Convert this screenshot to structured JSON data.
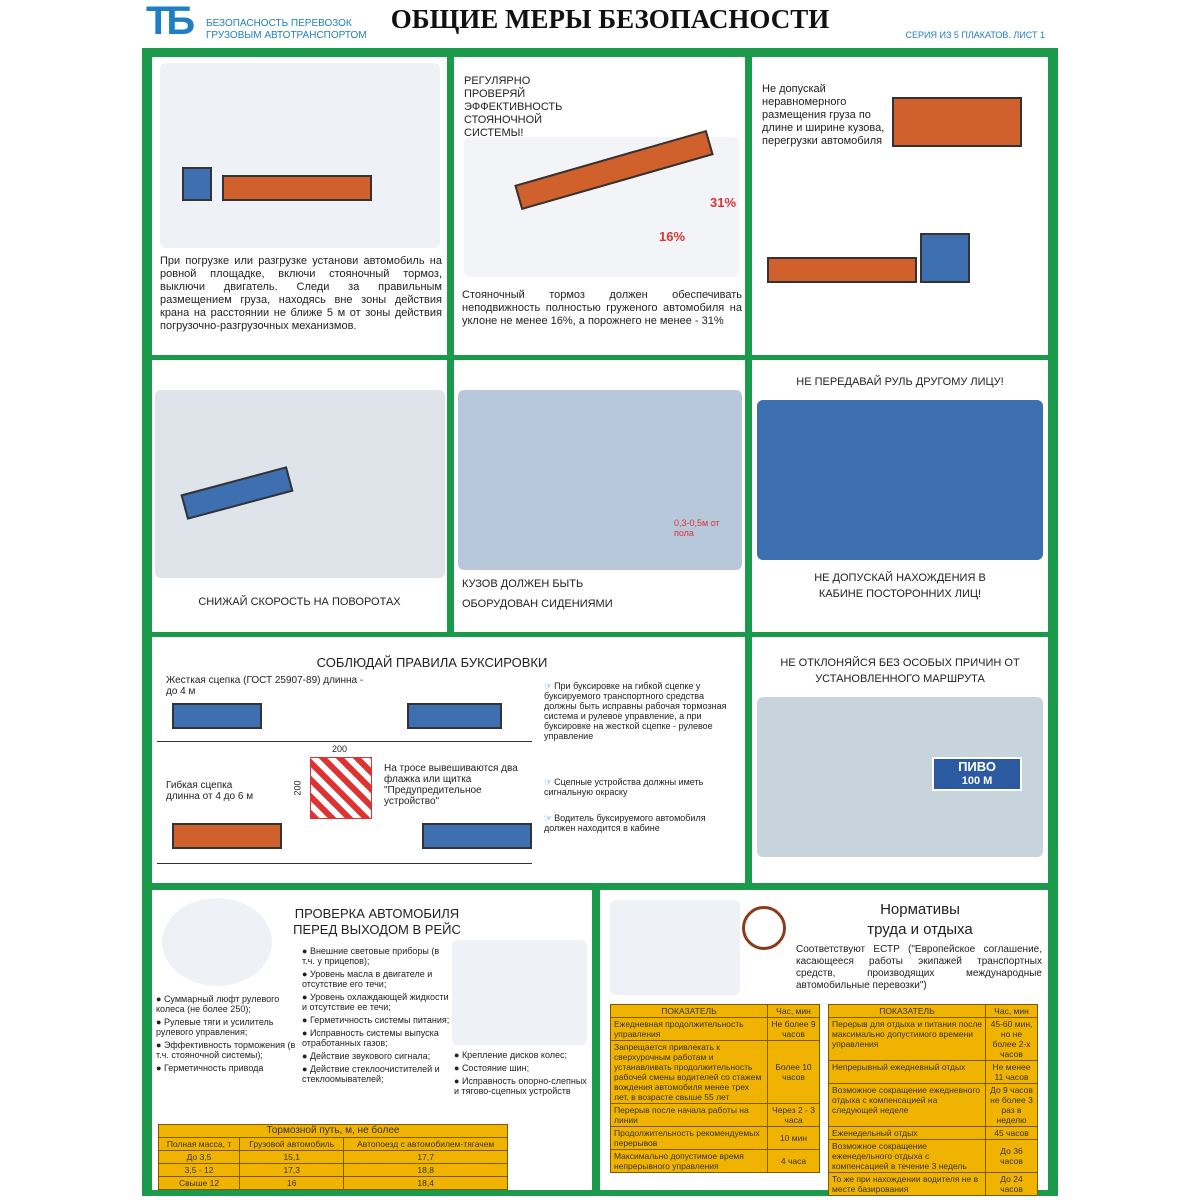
{
  "header": {
    "logo": "ТБ",
    "subtitle1": "БЕЗОПАСНОСТЬ ПЕРЕВОЗОК",
    "subtitle2": "ГРУЗОВЫМ АВТОТРАНСПОРТОМ",
    "title": "ОБЩИЕ МЕРЫ БЕЗОПАСНОСТИ",
    "series": "СЕРИЯ ИЗ 5 ПЛАКАТОВ. ЛИСТ 1"
  },
  "colors": {
    "frame": "#1a9a4a",
    "accent": "#1f7fc4",
    "table": "#f0b400"
  },
  "p1": {
    "text": "При погрузке или разгрузке установи автомобиль на ровной площадке, включи стояночный тормоз, выключи двигатель. Следи за правильным размещением груза, находясь вне зоны действия крана на расстоянии не ближе 5 м от зоны действия погрузочно-разгрузочных механизмов."
  },
  "p2": {
    "heading": "РЕГУЛЯРНО ПРОВЕРЯЙ ЭФФЕКТИВНОСТЬ СТОЯНОЧНОЙ СИСТЕМЫ!",
    "slope1": "16%",
    "slope2": "31%",
    "text": "Стояночный тормоз должен обеспечивать неподвижность полностью груженого автомобиля на уклоне не менее 16%, а порожнего не менее - 31%"
  },
  "p3": {
    "text": "Не допускай неравномерного размещения груза по длине и ширине кузова, перегрузки автомобиля"
  },
  "p4": {
    "text": "СНИЖАЙ СКОРОСТЬ НА ПОВОРОТАХ"
  },
  "p5": {
    "line1": "КУЗОВ ДОЛЖЕН БЫТЬ",
    "line2": "ОБОРУДОВАН СИДЕНИЯМИ",
    "dim": "0,3-0,5м от пола"
  },
  "p6": {
    "top": "НЕ ПЕРЕДАВАЙ РУЛЬ ДРУГОМУ ЛИЦУ!",
    "bottom": "НЕ ДОПУСКАЙ НАХОЖДЕНИЯ В КАБИНЕ ПОСТОРОННИХ ЛИЦ!"
  },
  "p7": {
    "heading": "СОБЛЮДАЙ ПРАВИЛА БУКСИРОВКИ",
    "rigid": "Жесткая сцепка (ГОСТ 25907-89) длинна - до 4 м",
    "flexible": "Гибкая сцепка длинна от 4 до 6 м",
    "dim_w": "200",
    "dim_h": "200",
    "flag": "На тросе вывешиваются два флажка или щитка \"Предупредительное устройство\"",
    "notes": [
      "При буксировке на гибкой сцепке у буксируемого транспортного средства должны быть исправны рабочая тормозная система и рулевое управление, а при буксировке на жесткой сцепке - рулевое управление",
      "Сцепные устройства должны иметь сигнальную окраску",
      "Водитель буксируемого автомобиля должен находится в кабине"
    ]
  },
  "p8": {
    "heading": "НЕ ОТКЛОНЯЙСЯ БЕЗ ОСОБЫХ ПРИЧИН ОТ УСТАНОВЛЕННОГО МАРШРУТА",
    "sign1": "ПИВО",
    "sign2": "100 М"
  },
  "p9": {
    "heading": "ПРОВЕРКА АВТОМОБИЛЯ ПЕРЕД ВЫХОДОМ В РЕЙС",
    "list1": [
      "Суммарный люфт рулевого колеса (не более 250);",
      "Рулевые тяги и усилитель рулевого управления;",
      "Эффективность торможения (в т.ч. стояночной системы);",
      "Герметичность привода"
    ],
    "list2": [
      "Внешние световые приборы (в т.ч. у прицепов);",
      "Уровень масла в двигателе и отсутствие его течи;",
      "Уровень охлаждающей жидкости и отсутствие ее течи;",
      "Герметичность системы питания;",
      "Исправность системы выпуска отработанных газов;",
      "Действие звукового сигнала;",
      "Действие стеклоочистителей и стеклоомывателей;"
    ],
    "list3": [
      "Крепление дисков колес;",
      "Состояние шин;",
      "Исправность опорно-слепных и тягово-сцепных устройств"
    ],
    "brake": {
      "title": "Тормозной путь, м, не более",
      "headers": [
        "Полная масса, т",
        "Грузовой автомобиль",
        "Автопоезд с автомобилем-тягачем"
      ],
      "rows": [
        [
          "До 3,5",
          "15,1",
          "17,7"
        ],
        [
          "3,5 - 12",
          "17,3",
          "18,8"
        ],
        [
          "Свыше 12",
          "16",
          "18,4"
        ]
      ]
    }
  },
  "p10": {
    "heading1": "Нормативы",
    "heading2": "труда и отдыха",
    "intro": "Соответствуют ЕСТР (\"Европейское соглашение, касающееся работы экипажей транспортных средств, производящих международные автомобильные перевозки\")",
    "headers": [
      "ПОКАЗАТЕЛЬ",
      "Час, мин"
    ],
    "t1": [
      [
        "Ежедневная продолжительность управления",
        "Не более 9 часов"
      ],
      [
        "Запрещается привлекать к сверхурочным работам и устанавливать продолжительность рабочей смены водителей со стажем вождения автомобиля менее трех лет, в возрасте свыше 55 лет",
        "Более 10 часов"
      ],
      [
        "Перерыв после начала работы на линии",
        "Через 2 - 3 часа"
      ],
      [
        "Продолжительность рекомендуемых перерывов",
        "10 мин"
      ],
      [
        "Максимально допустимое время непрерывного управления",
        "4 часа"
      ]
    ],
    "t2": [
      [
        "Перерыв для отдыха и питания после максимально допустимого времени управления",
        "45-60 мин, но не более 2-х часов"
      ],
      [
        "Непрерывный ежедневный отдых",
        "Не менее 11 часов"
      ],
      [
        "Возможное сокращение ежедневного отдыха с компенсацией на следующей неделе",
        "До 9 часов не более 3 раз в неделю"
      ],
      [
        "Еженедельный отдых",
        "45 часов"
      ],
      [
        "Возможное сокращение еженедельного отдыха с компенсацией в течение 3 недель",
        "До 36 часов"
      ],
      [
        "То же при нахождении водителя не в месте базирования",
        "До 24 часов"
      ]
    ]
  }
}
